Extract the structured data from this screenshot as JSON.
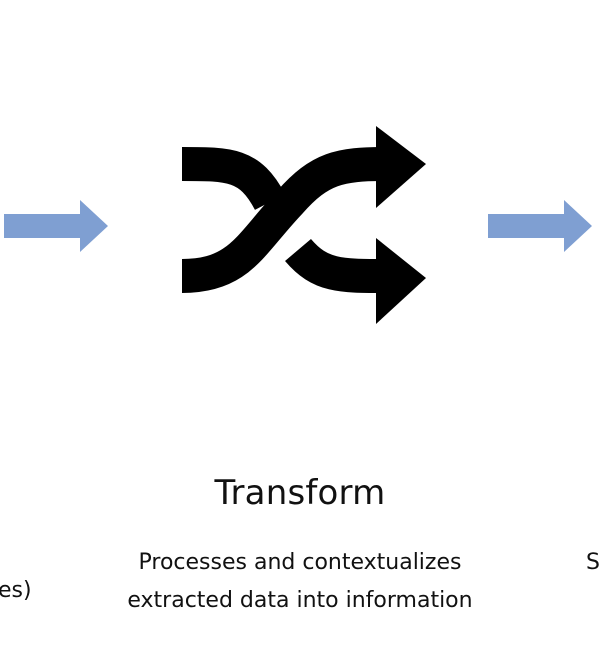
{
  "colors": {
    "flow_arrow": "#7F9FD2",
    "icon": "#000000",
    "text": "#111111"
  },
  "icons": {
    "flow_left": "arrow-right-icon",
    "flow_right": "arrow-right-icon",
    "center": "shuffle-icon"
  },
  "stage": {
    "title": "Transform",
    "description_line1": "Processes and contextualizes",
    "description_line2": "extracted data into information"
  },
  "edge": {
    "left_fragment": "es)",
    "right_fragment": "S"
  }
}
